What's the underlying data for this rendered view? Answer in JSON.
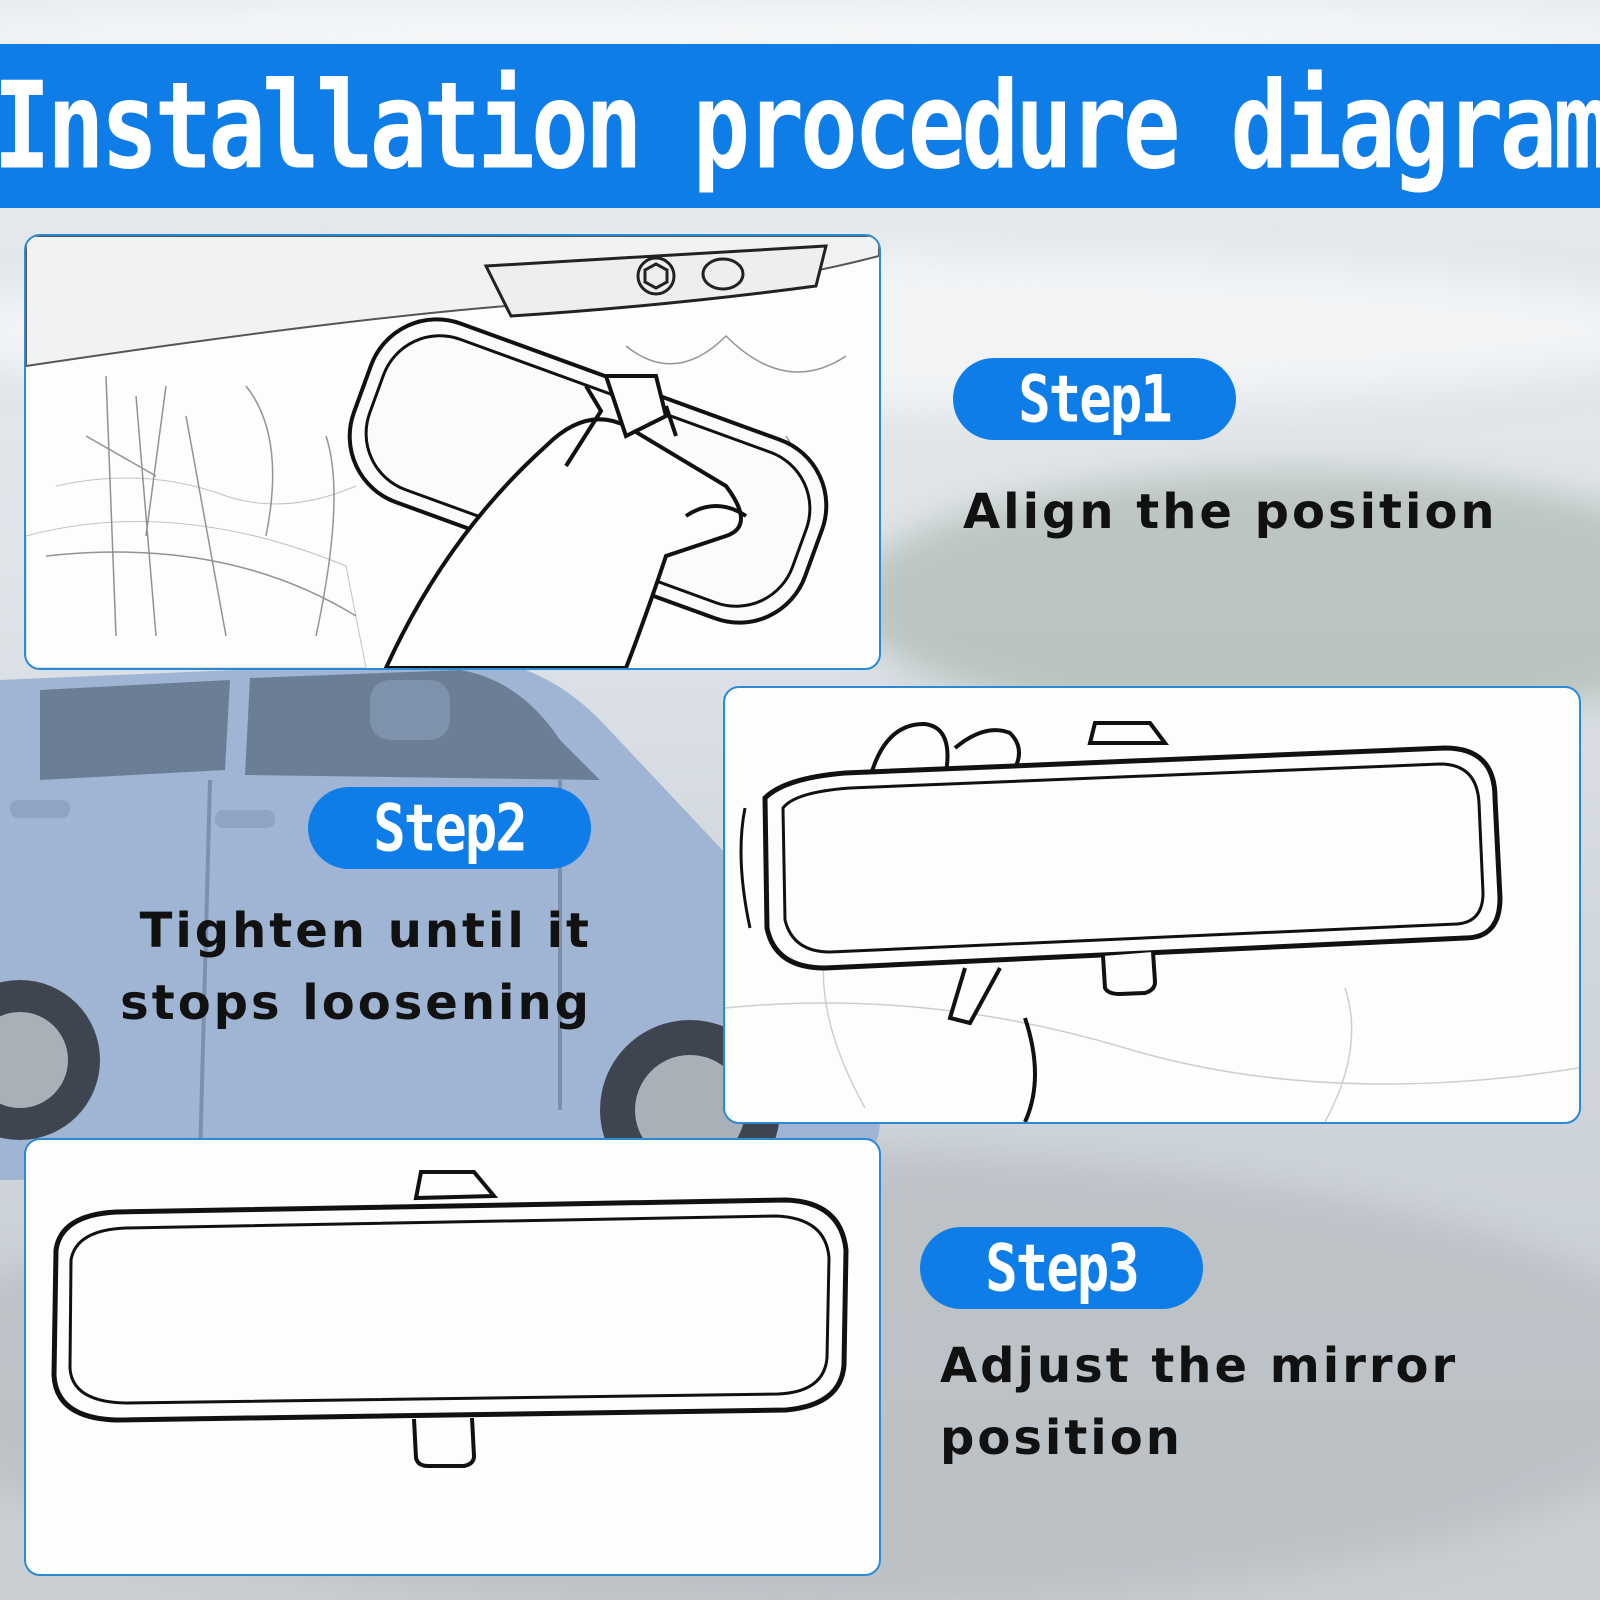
{
  "banner": {
    "title": "Installation procedure diagram"
  },
  "colors": {
    "accent": "#0f7de8",
    "panel_border": "#2a8ad6"
  },
  "steps": [
    {
      "label": "Step1",
      "caption": "Align the position"
    },
    {
      "label": "Step2",
      "caption": "Tighten until it\nstops loosening"
    },
    {
      "label": "Step3",
      "caption": "Adjust the mirror\nposition"
    }
  ]
}
